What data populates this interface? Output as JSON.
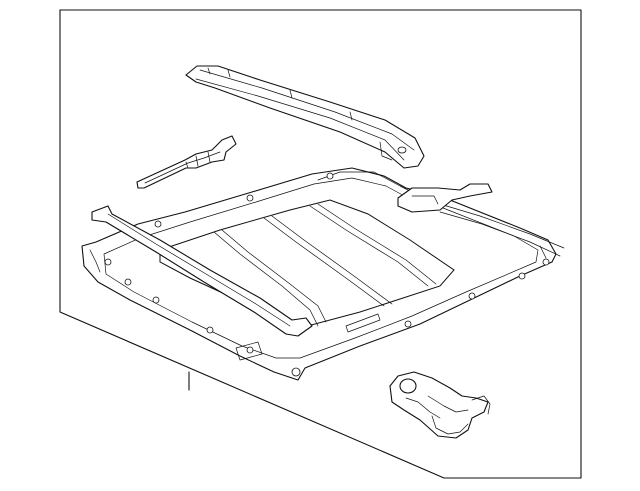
{
  "figure": {
    "type": "exploded-parts-diagram",
    "background_color": "#ffffff",
    "line_color": "#111111",
    "panel_fill": "#ffffff",
    "callout": "1"
  },
  "parts": [
    {
      "id": "front-rail"
    },
    {
      "id": "side-bracket"
    },
    {
      "id": "sunroof-frame-assembly"
    },
    {
      "id": "drain-tube-seal"
    },
    {
      "id": "sunroof-motor"
    }
  ]
}
